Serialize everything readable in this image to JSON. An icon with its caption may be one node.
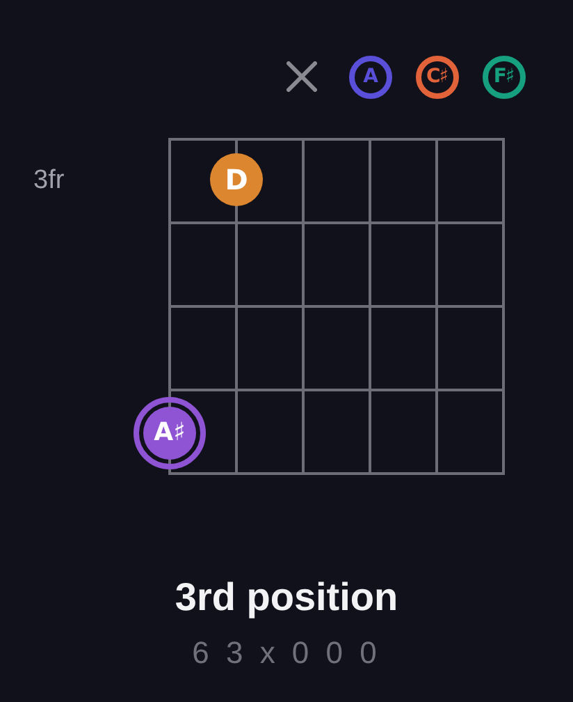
{
  "diagram": {
    "title": "3rd position",
    "caption": "6 3 x 0 0 0",
    "nodes": [
      {
        "text": [
          "A"
        ]
      },
      {
        "text": [
          "C♯"
        ]
      },
      {
        "text": [
          "F♯"
        ]
      },
      {
        "text": [
          "D"
        ]
      },
      {
        "text": [
          "A♯"
        ]
      }
    ],
    "labels": [
      "3fr"
    ]
  }
}
